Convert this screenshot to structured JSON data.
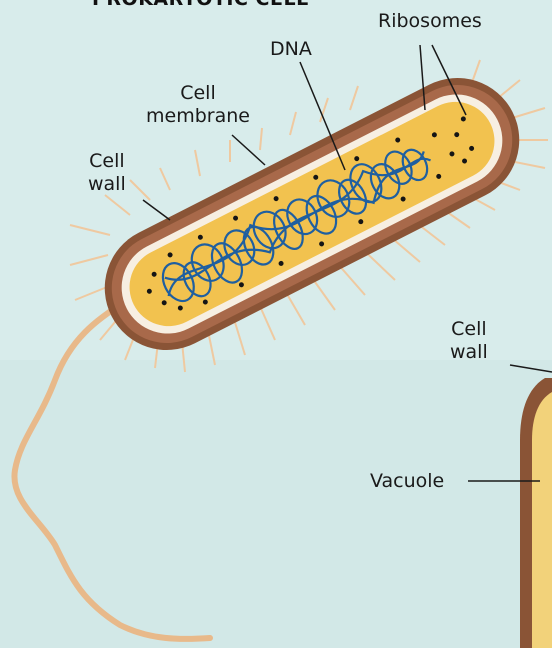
{
  "title": "PROKARYOTIC CELL",
  "labels": {
    "ribosomes": "Ribosomes",
    "dna": "DNA",
    "cell_membrane_line1": "Cell",
    "cell_membrane_line2": "membrane",
    "cell_wall_left_line1": "Cell",
    "cell_wall_left_line2": "wall",
    "cell_wall_right_line1": "Cell",
    "cell_wall_right_line2": "wall",
    "vacuole": "Vacuole"
  },
  "colors": {
    "background": "#d8eceb",
    "cell_wall": "#8a5436",
    "cytoplasm": "#f2c24f",
    "dna": "#1f5fa0",
    "flagellum": "#e8b98a",
    "pili": "#efc9a0"
  }
}
